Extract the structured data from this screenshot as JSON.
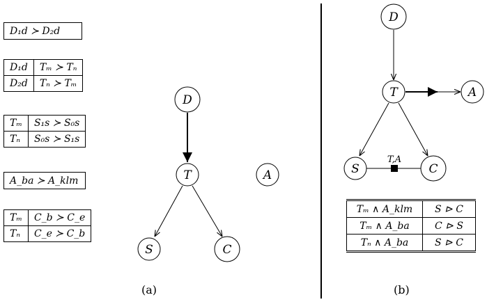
{
  "left_panel": {
    "top_box": "D₁d ≻ D₂d",
    "table1": [
      [
        "D₁d",
        "Tₘ ≻ Tₙ"
      ],
      [
        "D₂d",
        "Tₙ ≻ Tₘ"
      ]
    ],
    "table2": [
      [
        "Tₘ",
        "S₁s ≻ S₀s"
      ],
      [
        "Tₙ",
        "S₀s ≻ S₁s"
      ]
    ],
    "mid_box": "A_ba ≻ A_klm",
    "table3": [
      [
        "Tₘ",
        "C_b ≻ C_e"
      ],
      [
        "Tₙ",
        "C_e ≻ C_b"
      ]
    ]
  },
  "diagram_a": {
    "nodes": {
      "D": "D",
      "T": "T",
      "S": "S",
      "C": "C",
      "A": "A"
    },
    "caption": "(a)"
  },
  "diagram_b": {
    "nodes": {
      "D": "D",
      "T": "T",
      "S": "S",
      "C": "C",
      "A": "A"
    },
    "edge_label": "T,A",
    "caption": "(b)",
    "table": [
      [
        "Tₘ ∧ A_klm",
        "S ⊳ C"
      ],
      [
        "Tₘ ∧ A_ba",
        "C ⊳ S"
      ],
      [
        "Tₙ ∧ A_ba",
        "S ⊳ C"
      ]
    ]
  }
}
